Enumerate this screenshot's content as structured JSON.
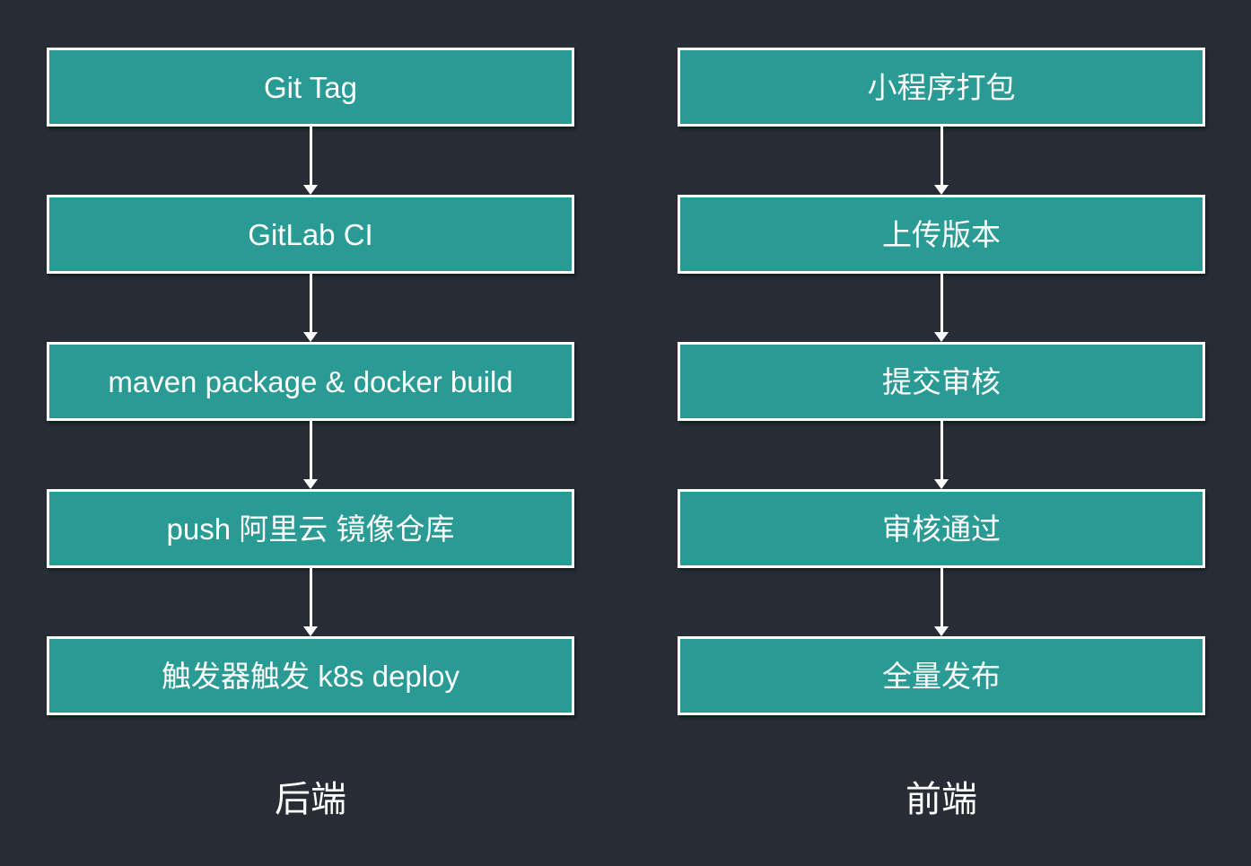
{
  "diagram": {
    "type": "flowchart",
    "colors": {
      "background": "#272c35",
      "box_fill": "#2a9a94",
      "box_border": "#ffffff",
      "text": "#ffffff",
      "arrow": "#ffffff"
    },
    "columns": [
      {
        "id": "backend",
        "label": "后端",
        "steps": [
          "Git Tag",
          "GitLab CI",
          "maven package & docker build",
          "push 阿里云 镜像仓库",
          "触发器触发 k8s deploy"
        ]
      },
      {
        "id": "frontend",
        "label": "前端",
        "steps": [
          "小程序打包",
          "上传版本",
          "提交审核",
          "审核通过",
          "全量发布"
        ]
      }
    ]
  }
}
